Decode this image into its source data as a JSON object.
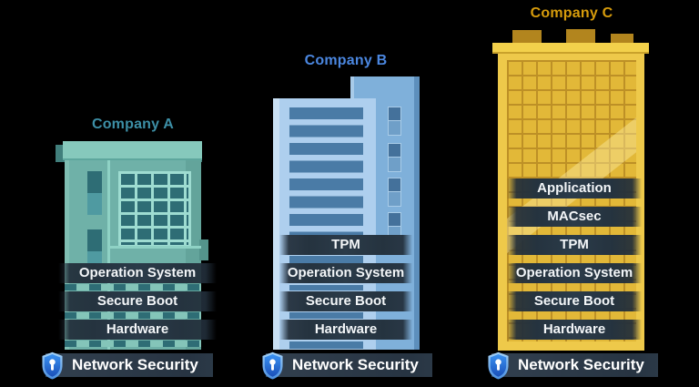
{
  "companies": [
    {
      "name": "Company A",
      "accent_color": "#3d8fa6",
      "building_color": "#6fb1a8",
      "security_layers": [
        "Operation System",
        "Secure Boot",
        "Hardware"
      ],
      "network_label": "Network Security"
    },
    {
      "name": "Company B",
      "accent_color": "#4b87e0",
      "building_color": "#aecfee",
      "security_layers": [
        "TPM",
        "Operation System",
        "Secure Boot",
        "Hardware"
      ],
      "network_label": "Network Security"
    },
    {
      "name": "Company C",
      "accent_color": "#d79c0c",
      "building_color": "#e2b838",
      "security_layers": [
        "Application",
        "MACsec",
        "TPM",
        "Operation System",
        "Secure Boot",
        "Hardware"
      ],
      "network_label": "Network Security"
    }
  ],
  "icons": {
    "network_security": "shield-keyhole-icon"
  },
  "colors": {
    "background": "#000000",
    "layer_bar": "#2b3b49",
    "network_bar": "#2c3a48",
    "text": "#ffffff",
    "shield_blue": "#2f86ee"
  }
}
